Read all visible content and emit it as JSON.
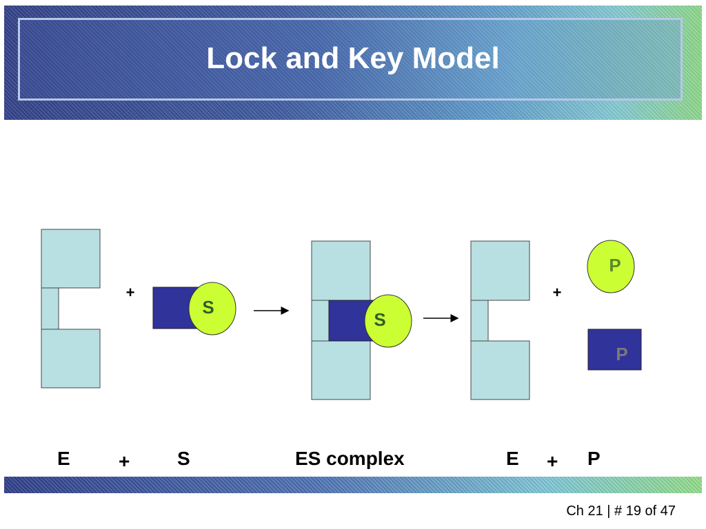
{
  "slide": {
    "title": "Lock and Key Model",
    "page_number": "Ch 21 | # 19 of 47"
  },
  "diagram": {
    "plus_small": "+",
    "substrate_label": "S",
    "product_label": "P",
    "bottom_labels": {
      "e1": "E",
      "plus1": "+",
      "s": "S",
      "es": "ES complex",
      "e2": "E",
      "plus2": "+",
      "p": "P"
    }
  },
  "colors": {
    "enzyme_fill": "#b8e0e3",
    "substrate_rect": "#30339a",
    "substrate_circle": "#ccff33",
    "product_text_gray": "#7a7a7a",
    "product_text_green": "#5a8a2a"
  }
}
